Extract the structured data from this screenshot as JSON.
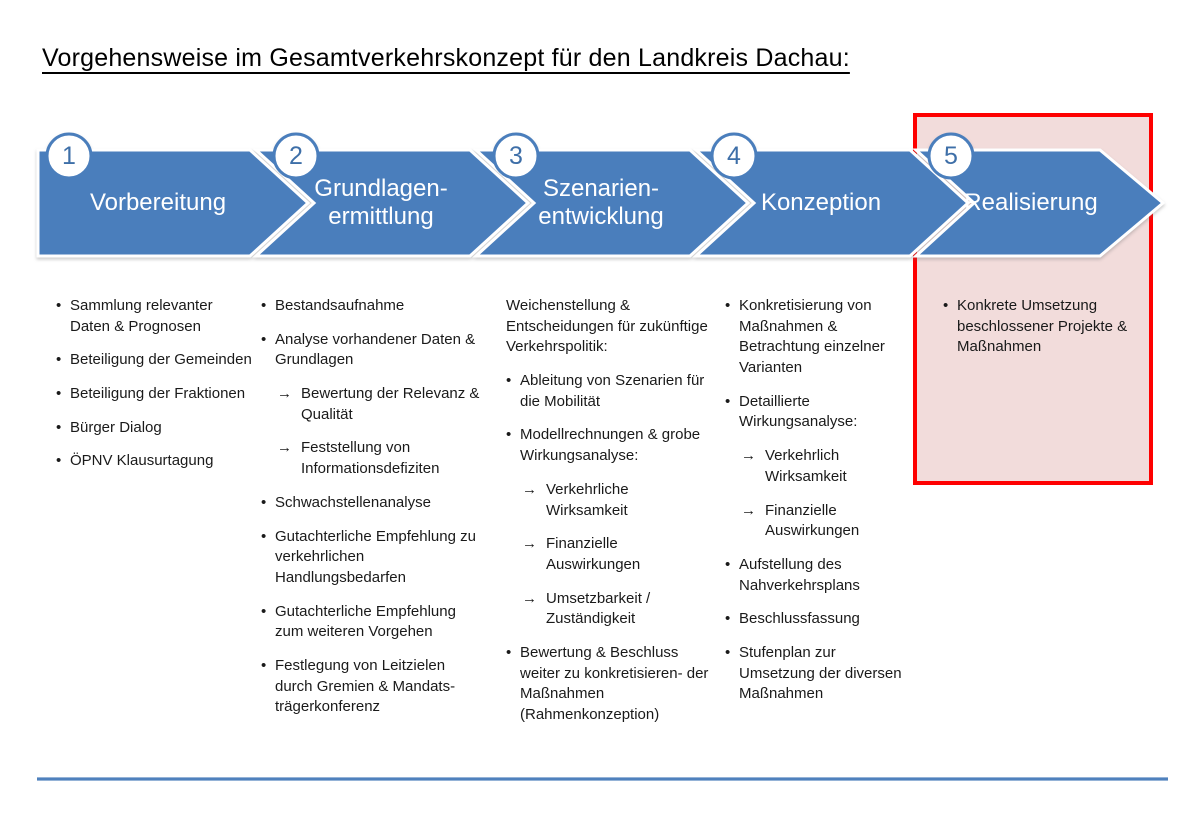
{
  "title": "Vorgehensweise im Gesamtverkehrskonzept für den Landkreis Dachau:",
  "colors": {
    "arrow_blue": "#4a7ebc",
    "circle_number_blue": "#3e6fa8",
    "highlight_border_red": "#fe0000",
    "highlight_fill_pink": "#f2dcdb",
    "rule_blue": "#4f81bd"
  },
  "phases": [
    {
      "number": "1",
      "label": "Vorbereitung",
      "items": [
        {
          "type": "bullet",
          "marker": "•",
          "text": "Sammlung relevanter Daten & Prognosen"
        },
        {
          "type": "bullet",
          "marker": "•",
          "text": "Beteiligung der Gemeinden"
        },
        {
          "type": "bullet",
          "marker": "•",
          "text": "Beteiligung der Fraktionen"
        },
        {
          "type": "bullet",
          "marker": "•",
          "text": "Bürger Dialog"
        },
        {
          "type": "bullet",
          "marker": "•",
          "text": "ÖPNV Klausurtagung"
        }
      ]
    },
    {
      "number": "2",
      "label": "Grundlagen-\nermittlung",
      "items": [
        {
          "type": "bullet",
          "marker": "•",
          "text": "Bestandsaufnahme"
        },
        {
          "type": "bullet",
          "marker": "•",
          "text": "Analyse vorhandener Daten & Grundlagen"
        },
        {
          "type": "sub",
          "marker": "→",
          "text": "Bewertung der Relevanz & Qualität"
        },
        {
          "type": "sub",
          "marker": "→",
          "text": "Feststellung von Informationsdefiziten"
        },
        {
          "type": "bullet",
          "marker": "•",
          "text": "Schwachstellenanalyse"
        },
        {
          "type": "bullet",
          "marker": "•",
          "text": "Gutachterliche Empfehlung zu verkehrlichen Handlungsbedarfen"
        },
        {
          "type": "bullet",
          "marker": "•",
          "text": "Gutachterliche Empfehlung zum weiteren Vorgehen"
        },
        {
          "type": "bullet",
          "marker": "•",
          "text": "Festlegung von Leitzielen durch Gremien & Mandats- trägerkonferenz"
        }
      ]
    },
    {
      "number": "3",
      "label": "Szenarien-\nentwicklung",
      "items": [
        {
          "type": "intro",
          "marker": "",
          "text": "Weichenstellung & Entscheidungen für zukünftige Verkehrspolitik:"
        },
        {
          "type": "bullet",
          "marker": "•",
          "text": "Ableitung von Szenarien für die Mobilität"
        },
        {
          "type": "bullet",
          "marker": "•",
          "text": "Modellrechnungen & grobe Wirkungsanalyse:"
        },
        {
          "type": "sub",
          "marker": "→",
          "text": "Verkehrliche Wirksamkeit"
        },
        {
          "type": "sub",
          "marker": "→",
          "text": "Finanzielle Auswirkungen"
        },
        {
          "type": "sub",
          "marker": "→",
          "text": "Umsetzbarkeit / Zuständigkeit"
        },
        {
          "type": "bullet",
          "marker": "•",
          "text": "Bewertung & Beschluss weiter zu konkretisieren- der Maßnahmen (Rahmenkonzeption)"
        }
      ]
    },
    {
      "number": "4",
      "label": "Konzeption",
      "items": [
        {
          "type": "bullet",
          "marker": "•",
          "text": "Konkretisierung von Maßnahmen & Betrachtung einzelner Varianten"
        },
        {
          "type": "bullet",
          "marker": "•",
          "text": "Detaillierte Wirkungsanalyse:"
        },
        {
          "type": "sub",
          "marker": "→",
          "text": "Verkehrlich Wirksamkeit"
        },
        {
          "type": "sub",
          "marker": "→",
          "text": "Finanzielle Auswirkungen"
        },
        {
          "type": "bullet",
          "marker": "•",
          "text": "Aufstellung des Nahverkehrsplans"
        },
        {
          "type": "bullet",
          "marker": "•",
          "text": "Beschlussfassung"
        },
        {
          "type": "bullet",
          "marker": "•",
          "text": "Stufenplan zur Umsetzung der diversen Maßnahmen"
        }
      ]
    },
    {
      "number": "5",
      "label": "Realisierung",
      "highlighted": true,
      "items": [
        {
          "type": "bullet",
          "marker": "•",
          "text": "Konkrete Umsetzung beschlossener Projekte & Maßnahmen"
        }
      ]
    }
  ]
}
